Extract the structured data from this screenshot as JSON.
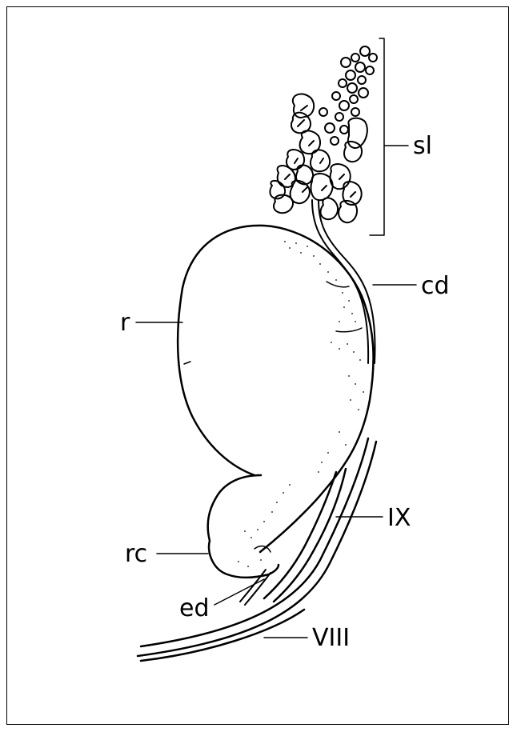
{
  "figure": {
    "labels": {
      "sl": "sl",
      "cd": "cd",
      "r": "r",
      "ix": "IX",
      "rc": "rc",
      "ed": "ed",
      "viii": "VIII"
    }
  }
}
